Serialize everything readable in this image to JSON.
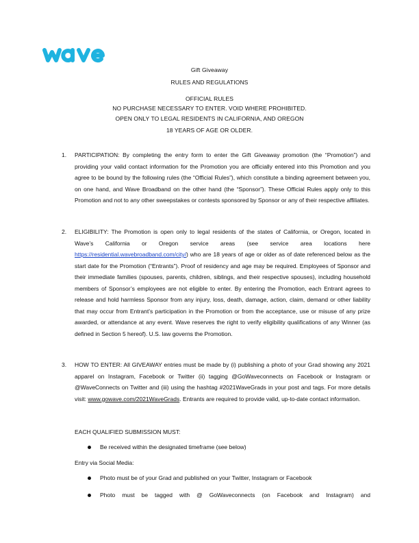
{
  "brand": {
    "logo_text": "wave",
    "color": "#1fb3e0"
  },
  "header": {
    "line1": "Gift Giveaway",
    "line2": "RULES AND REGULATIONS",
    "line3": "OFFICIAL RULES",
    "line4": "NO PURCHASE NECESSARY TO ENTER. VOID WHERE PROHIBITED.",
    "line5": "OPEN ONLY TO LEGAL RESIDENTS IN CALIFORNIA, AND OREGON",
    "line6": "18 YEARS OF AGE OR OLDER."
  },
  "sections": {
    "s1": {
      "number": "1.",
      "text": "PARTICIPATION: By completing the entry form to enter the Gift Giveaway promotion (the “Promotion”) and providing your valid contact information for the Promotion you are officially entered into this Promotion and you agree to be bound by the following rules (the “Official Rules”), which constitute a binding agreement between you, on one hand, and Wave Broadband on the other hand (the “Sponsor”). These Official Rules apply only to this Promotion and not to any other sweepstakes or contests sponsored by Sponsor or any of their respective affiliates."
    },
    "s2": {
      "number": "2.",
      "text_a": "ELIGIBILITY: The Promotion is open only to legal residents of the states of California, or Oregon, located in Wave’s California or Oregon service areas (see service area locations here ",
      "link": "https://residential.wavebroadband.com/city/",
      "text_b": ") who are 18 years of age or older as of date referenced below as the start date for the Promotion (“Entrants”). Proof of residency and age may be required. Employees of Sponsor and their immediate families (spouses, parents, children, siblings, and their respective spouses), including household members of Sponsor’s employees are not eligible to enter. By entering the Promotion, each Entrant agrees to release and hold harmless Sponsor from any injury, loss, death, damage, action, claim, demand or other liability that may occur from Entrant’s participation in the Promotion or from the acceptance, use or misuse of any prize awarded, or attendance at any event. Wave reserves the right to verify eligibility qualifications of any Winner (as defined in Section 5 hereof). U.S. law governs the Promotion."
    },
    "s3": {
      "number": "3.",
      "text_a": "HOW TO ENTER: All GIVEAWAY entries must be made by (i) publishing a photo of your Grad showing any 2021 apparel on Instagram, Facebook or Twitter (ii) tagging @GoWaveconnects on Facebook or Instagram or @WaveConnects on Twitter and (iii) using the hashtag #2021WaveGrads in your post and tags. For more details visit: ",
      "link": "www.gowave.com/2021WaveGrads",
      "text_b": ". Entrants are required to provide valid, up-to-date contact information.",
      "sub_heading": "EACH QUALIFIED SUBMISSION MUST:",
      "bullet1": "Be received within the designated timeframe (see below)",
      "entry_label": "Entry via Social Media:",
      "bullet2": "Photo must be of your Grad and published on your Twitter, Instagram or Facebook",
      "bullet3": "Photo must be tagged with @ GoWaveconnects (on Facebook and Instagram) and"
    }
  }
}
